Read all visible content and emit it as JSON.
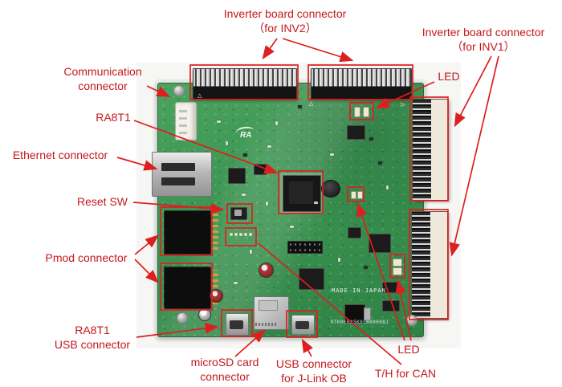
{
  "figure": {
    "description": "Annotated photo of a development board with red callout labels"
  },
  "labels": {
    "inv2_line1": "Inverter board connector",
    "inv2_line2": "（for INV2）",
    "inv1_line1": "Inverter board connector",
    "inv1_line2": "（for INV1）",
    "communication_line1": "Communication",
    "communication_line2": "connector",
    "ra8t1": "RA8T1",
    "ethernet": "Ethernet connector",
    "reset_sw": "Reset SW",
    "pmod": "Pmod connector",
    "ra8t1_usb_line1": "RA8T1",
    "ra8t1_usb_line2": "USB connector",
    "microsd_line1": "microSD card",
    "microsd_line2": "connector",
    "jlink_line1": "USB connector",
    "jlink_line2": "for J-Link OB",
    "led_top": "LED",
    "led_bottom": "LED",
    "th_can": "T/H for CAN"
  },
  "silkscreen": {
    "made_in": "MADE IN JAPAN",
    "part_number": "RTK0ERA5K0C00000BJ",
    "logo": "RA"
  },
  "colors": {
    "annotation_red": "#c4181c",
    "highlight_box_red": "#dd1f1f",
    "pcb_green": "#3d9552"
  }
}
